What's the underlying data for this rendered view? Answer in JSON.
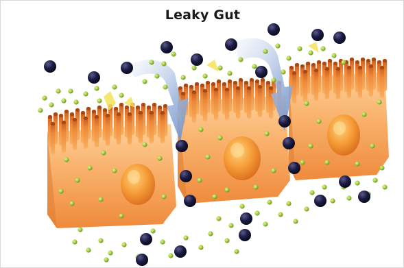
{
  "diagram": {
    "title": "Leaky Gut"
  },
  "colors": {
    "cell_body": "#f6a25a",
    "cell_highlight": "#ffd19a",
    "nucleus": "#f08a2a",
    "villi": "#e8772c",
    "villi_tip": "#b8551a",
    "small_particle": "#9cc63a",
    "large_particle": "#16163a",
    "leak_arrow": "#9fb6dc",
    "tight_junction": "#f4e35c"
  },
  "elements": {
    "cells": [
      "left-epithelial-cell",
      "middle-epithelial-cell",
      "right-epithelial-cell"
    ],
    "particles": [
      "nutrient-particle",
      "toxin-particle"
    ],
    "arrows": [
      "leak-arrow"
    ]
  }
}
